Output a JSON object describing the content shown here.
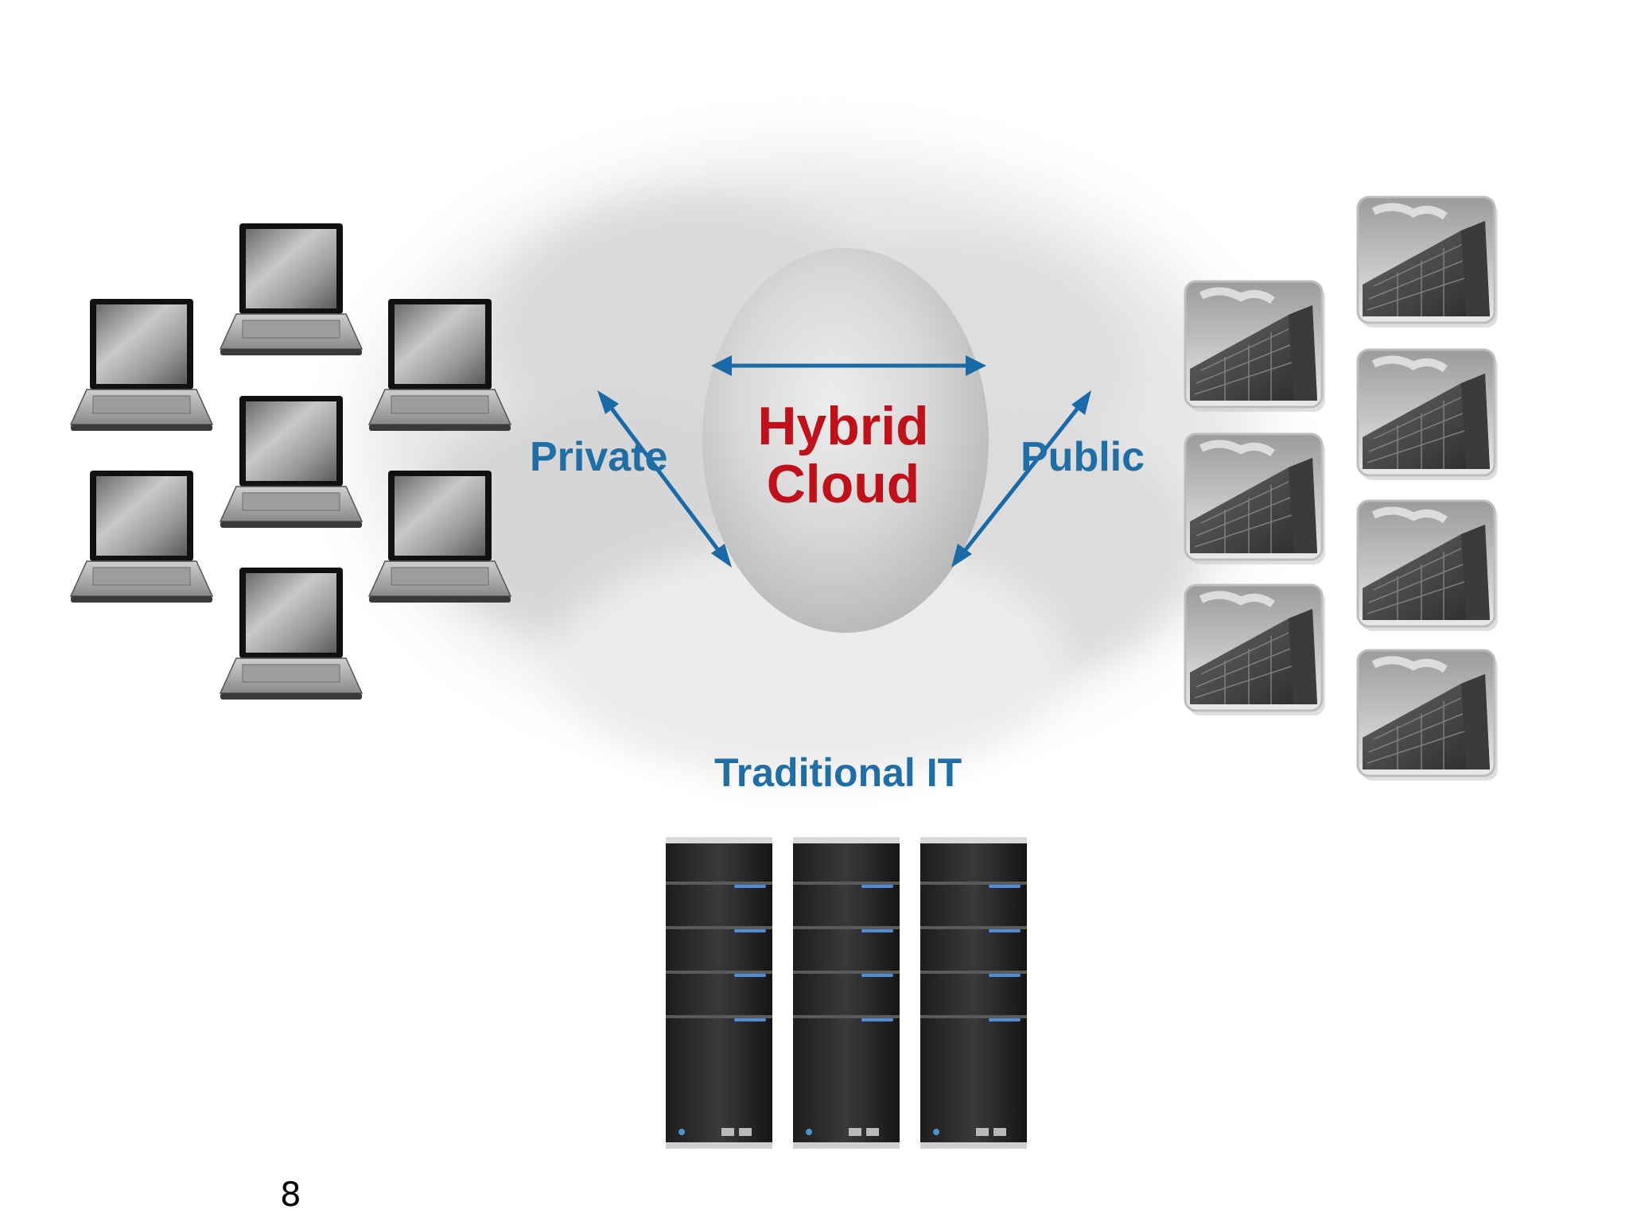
{
  "diagram": {
    "center": {
      "line1": "Hybrid",
      "line2": "Cloud"
    },
    "left_label": "Private",
    "right_label": "Public",
    "bottom_label": "Traditional IT",
    "colors": {
      "label_blue": "#1f6ea6",
      "hybrid_red": "#c0111a",
      "arrow_blue": "#1a6aa8"
    },
    "icons": {
      "left_group": "laptop-icon",
      "right_group": "office-building-icon",
      "bottom_group": "server-rack-icon"
    }
  },
  "slide": {
    "page_number": "8"
  }
}
